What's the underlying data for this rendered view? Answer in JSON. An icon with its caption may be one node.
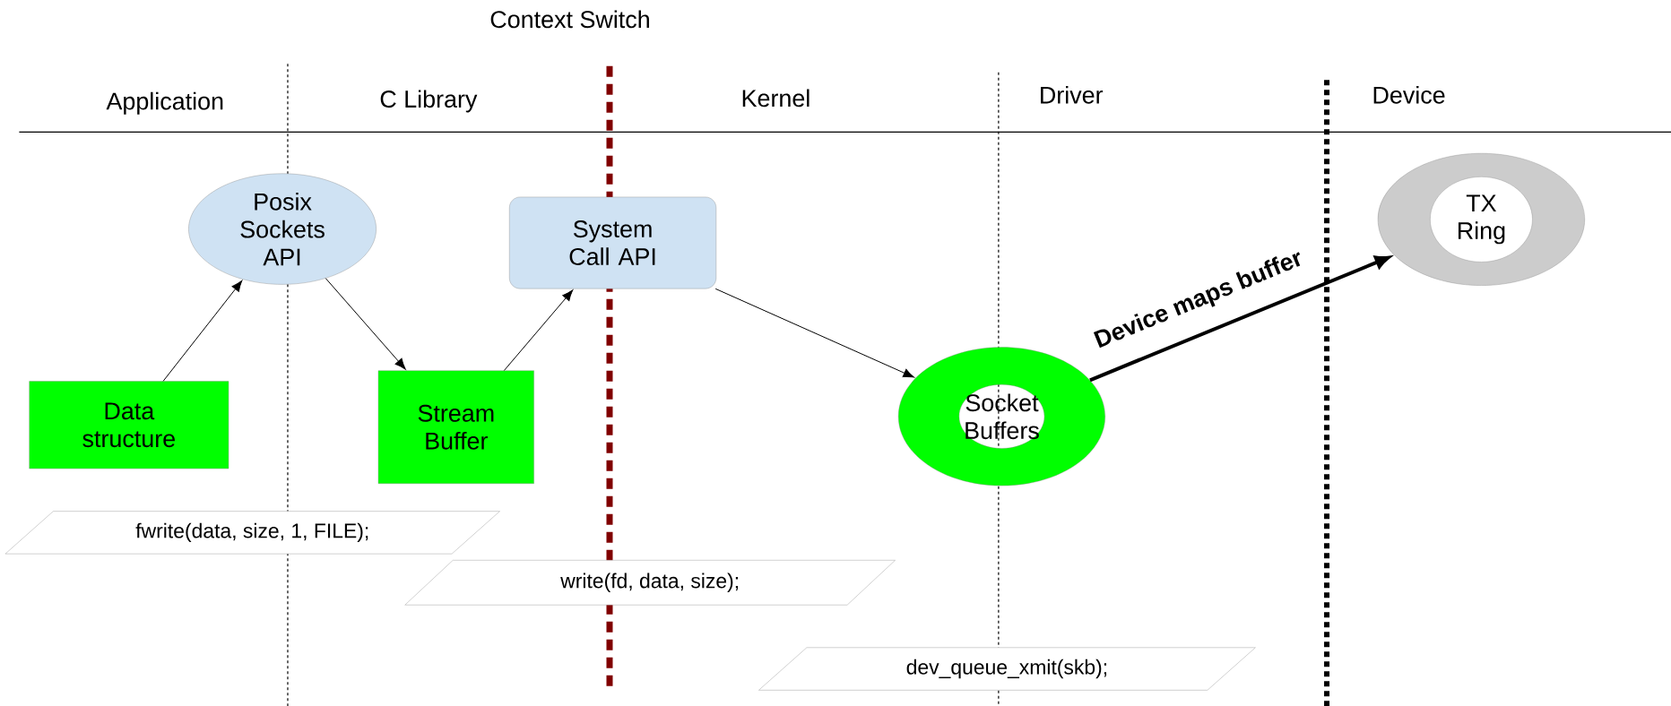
{
  "diagram": {
    "nodes": [
      {
        "text": [
          "Posix Sockets API"
        ]
      },
      {
        "text": [
          "System Call API"
        ]
      },
      {
        "text": [
          "Data structure"
        ]
      },
      {
        "text": [
          "Stream Buffer"
        ]
      },
      {
        "text": [
          "Socket Buffers"
        ]
      },
      {
        "text": [
          "TX Ring"
        ]
      },
      {
        "text": [
          "fwrite(data, size, 1, FILE);"
        ]
      },
      {
        "text": [
          "write(fd, data, size);"
        ]
      },
      {
        "text": [
          "dev_queue_xmit(skb);"
        ]
      }
    ],
    "edges": [
      {
        "from": 2,
        "to": 0,
        "arrow": "to"
      },
      {
        "from": 0,
        "to": 3,
        "arrow": "to"
      },
      {
        "from": 3,
        "to": 1,
        "arrow": "to"
      },
      {
        "from": 1,
        "to": 4,
        "arrow": "to"
      },
      {
        "from": 4,
        "to": 5,
        "arrow": "to",
        "style": "thick",
        "label": "Device maps buffer"
      }
    ],
    "labels": [
      "Context Switch",
      "Application",
      "C Library",
      "Kernel",
      "Driver",
      "Device"
    ]
  }
}
